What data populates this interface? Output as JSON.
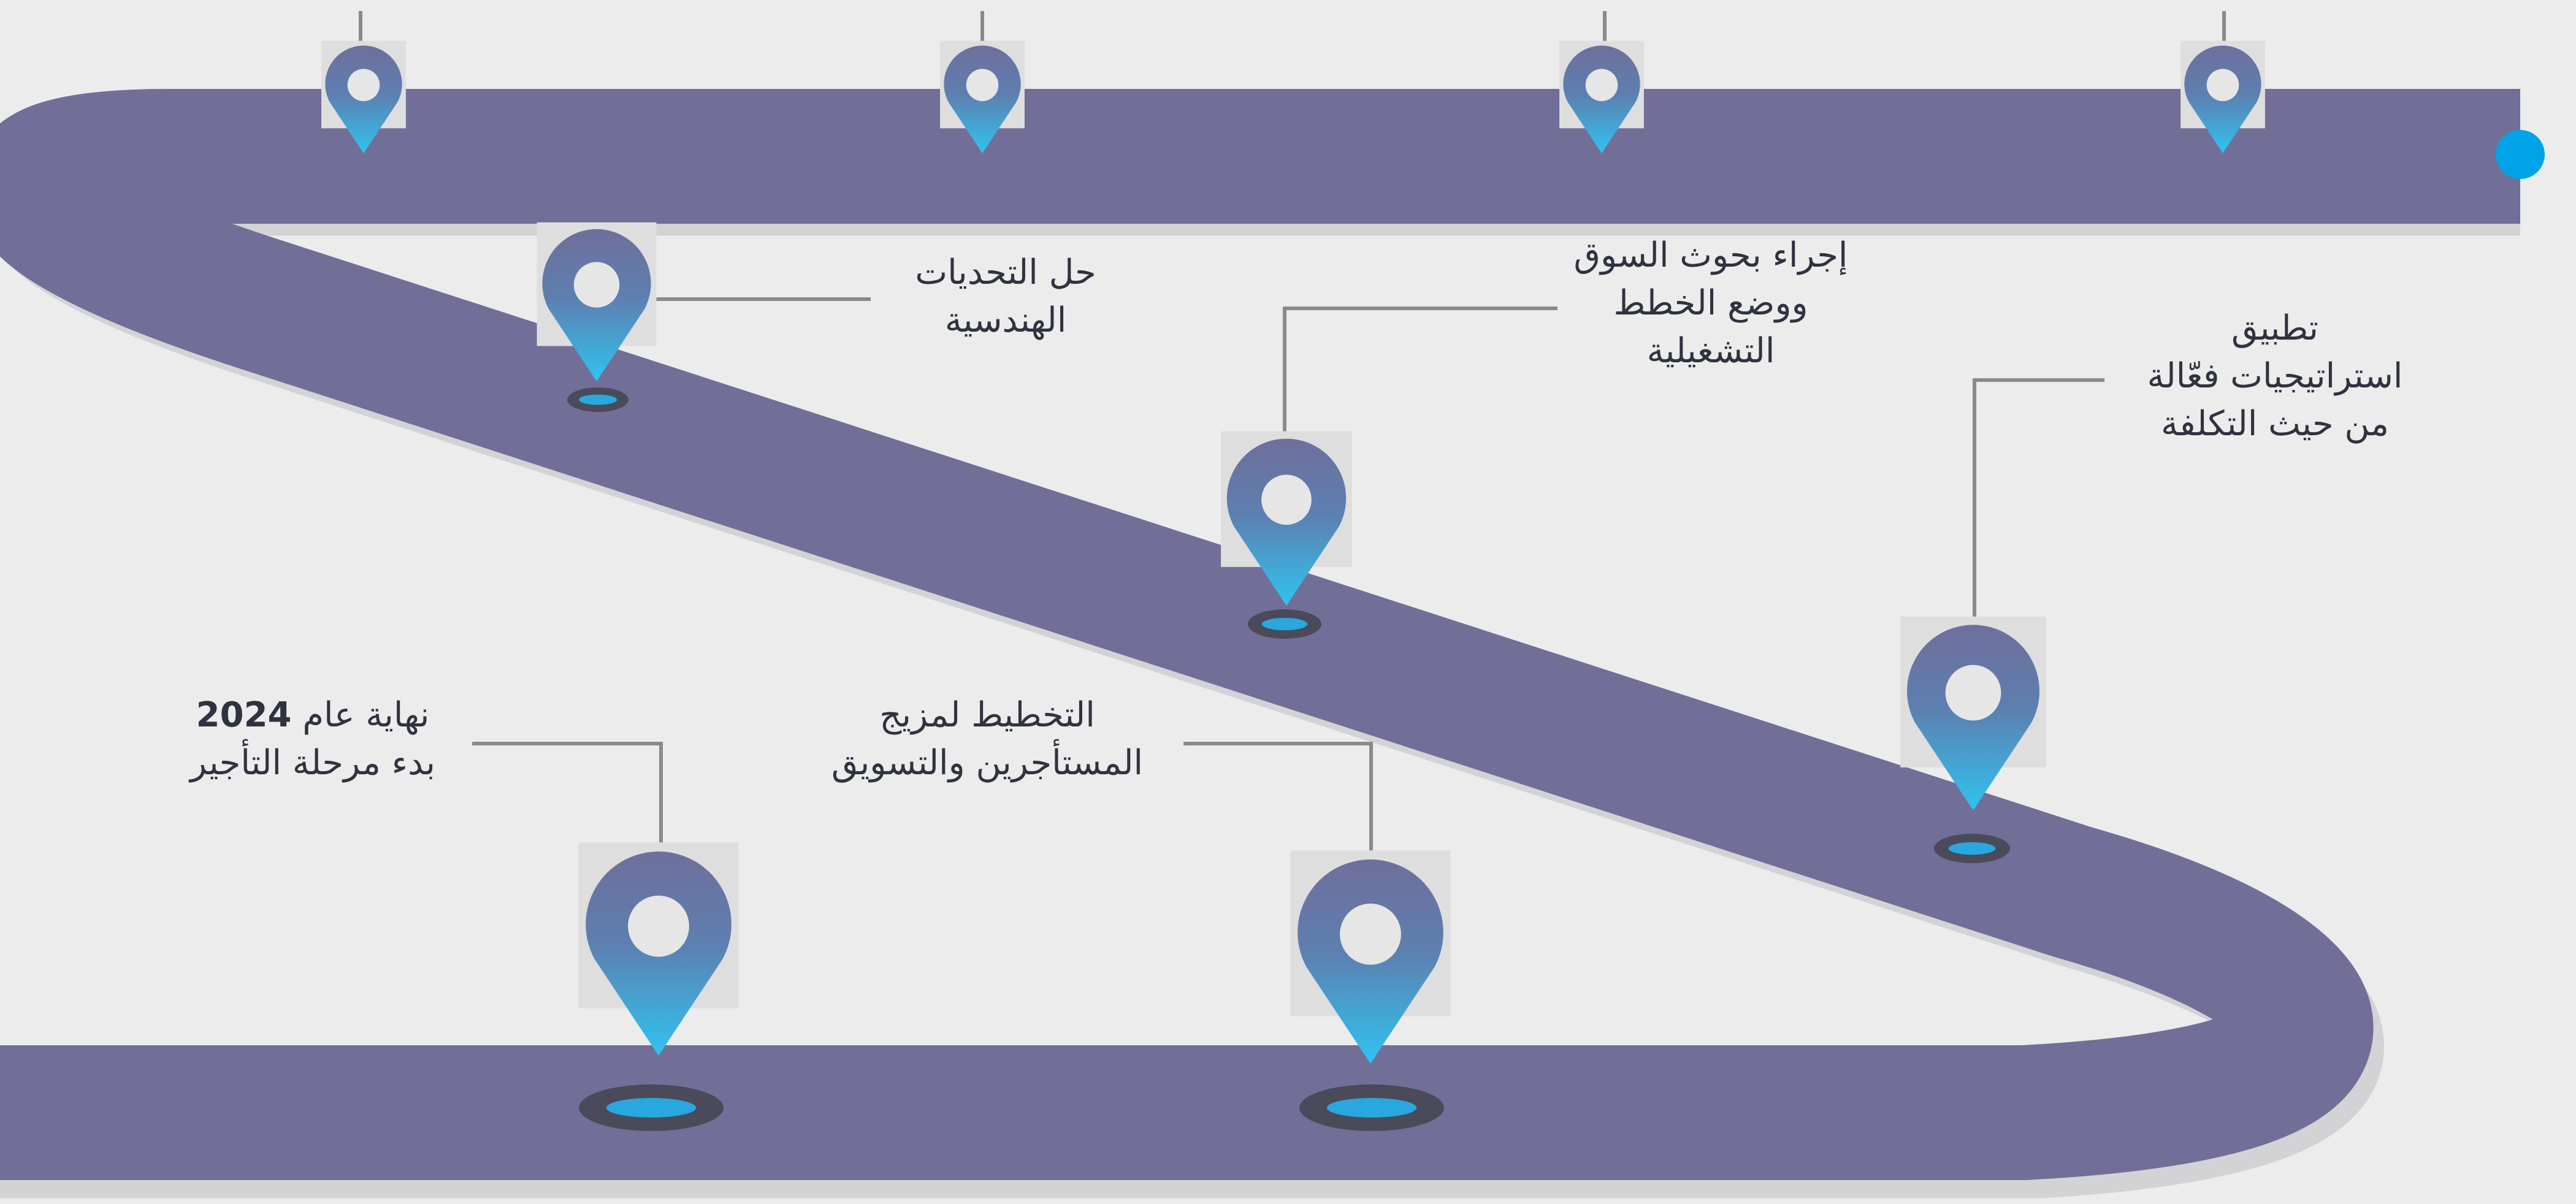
{
  "colors": {
    "background": "#ececec",
    "road": "#716f98",
    "road_shadow": "#d3d3d6",
    "pin_top": "#6f6f9b",
    "pin_bottom": "#2fc3f0",
    "pin_hole": "#e6e6e6",
    "pin_shadow_ring": "#4a4a5a",
    "pin_shadow_fill": "#29a8df",
    "connector": "#8a8a8a",
    "endpoint": "#00a3e8",
    "text": "#2f3340"
  },
  "roadmap": {
    "milestones": [
      {
        "id": "end-2024",
        "lines": [
          {
            "text": "نهاية عام ",
            "bold": "2024"
          },
          {
            "text": "بدء مرحلة التأجير"
          }
        ]
      },
      {
        "id": "tenant-mix",
        "lines": [
          {
            "text": "التخطيط لمزيج"
          },
          {
            "text": "المستأجرين والتسويق"
          }
        ]
      },
      {
        "id": "cost-strategies",
        "lines": [
          {
            "text": "تطبيق"
          },
          {
            "text": "استراتيجيات فعّالة"
          },
          {
            "text": "من حيث التكلفة"
          }
        ]
      },
      {
        "id": "market-research",
        "lines": [
          {
            "text": "إجراء بحوث السوق"
          },
          {
            "text": "ووضع الخطط"
          },
          {
            "text": "التشغيلية"
          }
        ]
      },
      {
        "id": "engineering",
        "lines": [
          {
            "text": "حل التحديات"
          },
          {
            "text": "الهندسية"
          }
        ]
      },
      {
        "id": "future-1",
        "lines": []
      },
      {
        "id": "future-2",
        "lines": []
      },
      {
        "id": "future-3",
        "lines": []
      },
      {
        "id": "future-4",
        "lines": []
      }
    ]
  }
}
